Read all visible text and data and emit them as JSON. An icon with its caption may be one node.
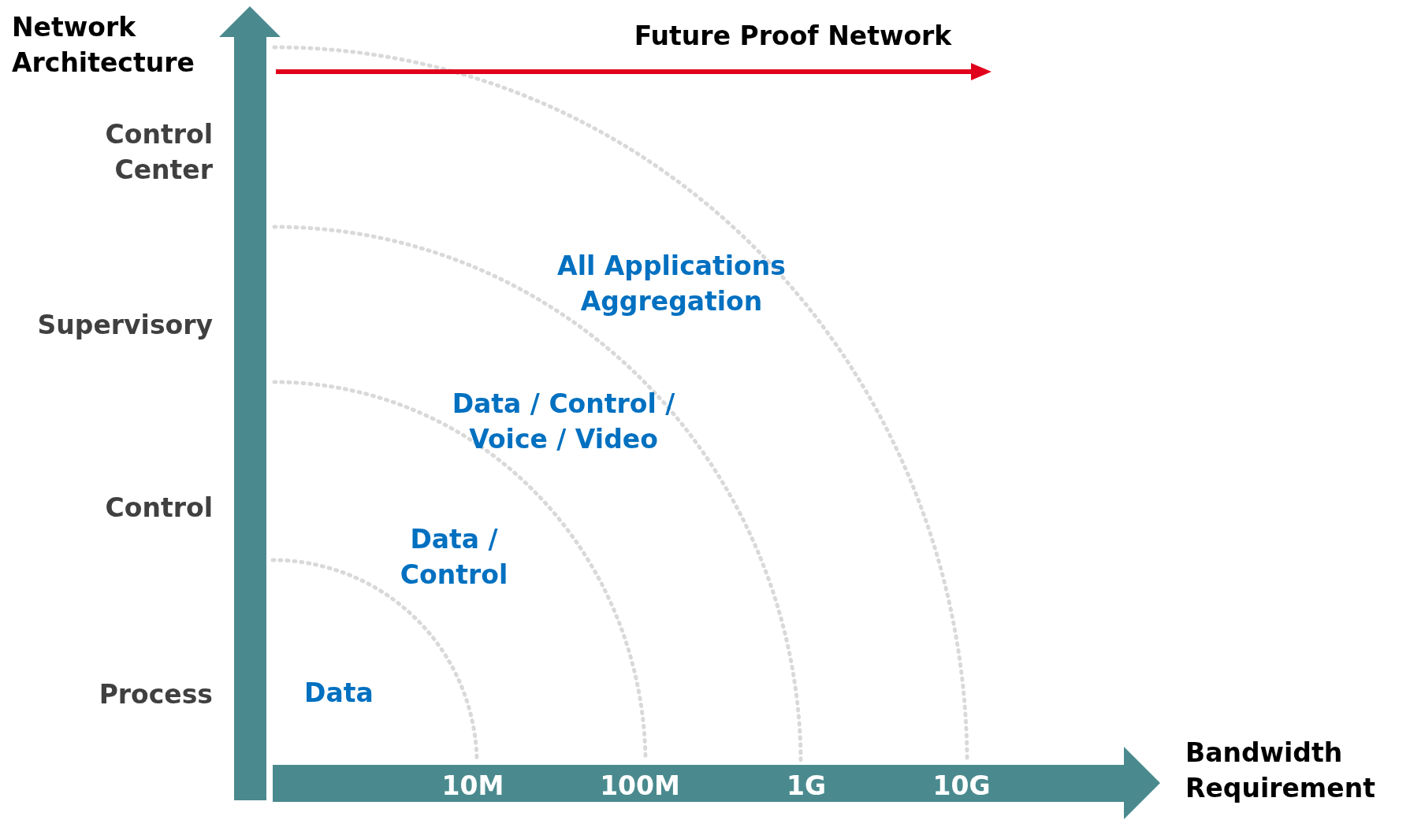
{
  "diagram": {
    "labels": [
      "Network Architecture",
      "Control Center",
      "Supervisory",
      "Control",
      "Process",
      "Future Proof Network",
      "All Applications Aggregation",
      "Data / Control / Voice / Video",
      "Data / Control",
      "Data",
      "10M",
      "100M",
      "1G",
      "10G",
      "Bandwidth Requirement"
    ]
  }
}
